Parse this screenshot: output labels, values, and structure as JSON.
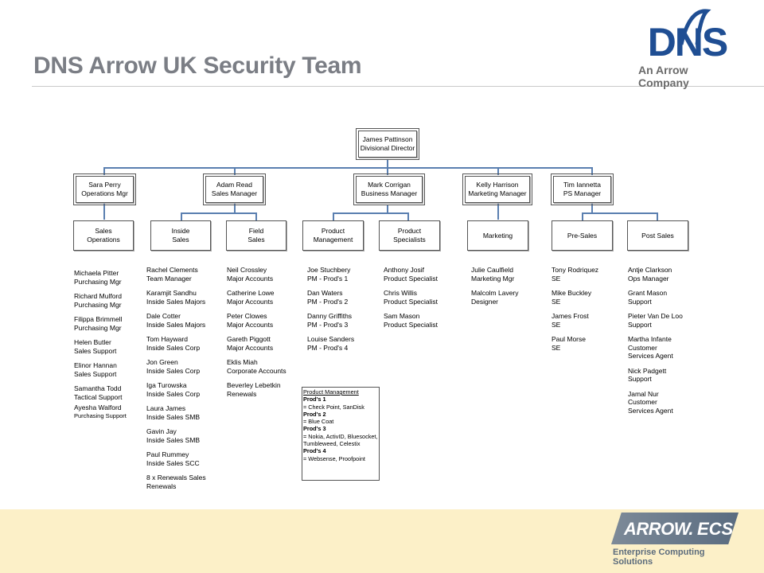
{
  "header": {
    "title": "DNS Arrow UK Security Team"
  },
  "logos": {
    "dns_mark": "DNS",
    "dns_tagline": "An Arrow Company",
    "arrow_mark": "ARROW.",
    "ecs_mark": "ECS",
    "ecs_tagline": "Enterprise Computing Solutions"
  },
  "director": {
    "name": "James Pattinson",
    "title": "Divisional Director"
  },
  "managers": [
    {
      "name": "Sara Perry",
      "title": "Operations Mgr"
    },
    {
      "name": "Adam Read",
      "title": "Sales Manager"
    },
    {
      "name": "Mark Corrigan",
      "title": "Business Manager"
    },
    {
      "name": "Kelly Harrison",
      "title": "Marketing Manager"
    },
    {
      "name": "Tim Iannetta",
      "title": "PS Manager"
    }
  ],
  "departments": [
    {
      "line1": "Sales",
      "line2": "Operations"
    },
    {
      "line1": "Inside",
      "line2": "Sales"
    },
    {
      "line1": "Field",
      "line2": "Sales"
    },
    {
      "line1": "Product",
      "line2": "Management"
    },
    {
      "line1": "Product",
      "line2": "Specialists"
    },
    {
      "line1": "Marketing",
      "line2": ""
    },
    {
      "line1": "Pre-Sales",
      "line2": ""
    },
    {
      "line1": "Post Sales",
      "line2": ""
    }
  ],
  "teams": {
    "sales_operations": [
      {
        "name": "Michaela Pitter",
        "role": "Purchasing Mgr"
      },
      {
        "name": "Richard Mulford",
        "role": "Purchasing Mgr"
      },
      {
        "name": "Filippa Brimmell",
        "role": "Purchasing Mgr"
      },
      {
        "name": "Helen Butler",
        "role": "Sales Support"
      },
      {
        "name": "Elinor Hannan",
        "role": "Sales Support"
      },
      {
        "name": "Samantha Todd",
        "role": "Tactical Support"
      },
      {
        "name": "Ayesha Walford",
        "role": "Purchasing Support"
      }
    ],
    "inside_sales": [
      {
        "name": "Rachel Clements",
        "role": "Team Manager"
      },
      {
        "name": "Karamjit Sandhu",
        "role": "Inside Sales Majors"
      },
      {
        "name": "Dale Cotter",
        "role": "Inside Sales Majors"
      },
      {
        "name": "Tom Hayward",
        "role": "Inside Sales Corp"
      },
      {
        "name": "Jon Green",
        "role": "Inside Sales Corp"
      },
      {
        "name": "Iga Turowska",
        "role": "Inside Sales Corp"
      },
      {
        "name": "Laura James",
        "role": "Inside Sales SMB"
      },
      {
        "name": "Gavin Jay",
        "role": "Inside Sales SMB"
      },
      {
        "name": "Paul Rummey",
        "role": "Inside Sales SCC"
      },
      {
        "name": "8 x Renewals Sales",
        "role": "Renewals"
      }
    ],
    "field_sales": [
      {
        "name": "Neil Crossley",
        "role": "Major Accounts"
      },
      {
        "name": "Catherine Lowe",
        "role": "Major Accounts"
      },
      {
        "name": "Peter Clowes",
        "role": "Major Accounts"
      },
      {
        "name": "Gareth Piggott",
        "role": "Major Accounts"
      },
      {
        "name": "Eklis Miah",
        "role": "Corporate Accounts"
      },
      {
        "name": "Beverley Lebetkin",
        "role": "Renewals"
      }
    ],
    "product_management": [
      {
        "name": "Joe Stuchbery",
        "role": "PM - Prod's 1"
      },
      {
        "name": "Dan Waters",
        "role": "PM - Prod's 2"
      },
      {
        "name": "Danny Griffiths",
        "role": "PM - Prod's 3"
      },
      {
        "name": "Louise Sanders",
        "role": "PM - Prod's 4"
      }
    ],
    "product_specialists": [
      {
        "name": "Anthony Josif",
        "role": "Product Specialist"
      },
      {
        "name": "Chris Willis",
        "role": "Product Specialist"
      },
      {
        "name": "Sam Mason",
        "role": "Product Specialist"
      }
    ],
    "marketing": [
      {
        "name": "Julie Caulfield",
        "role": "Marketing Mgr"
      },
      {
        "name": "Malcolm Lavery",
        "role": "Designer"
      }
    ],
    "pre_sales": [
      {
        "name": "Tony Rodriquez",
        "role": "SE"
      },
      {
        "name": "Mike Buckley",
        "role": "SE"
      },
      {
        "name": "James Frost",
        "role": "SE"
      },
      {
        "name": "Paul Morse",
        "role": "SE"
      }
    ],
    "post_sales": [
      {
        "name": "Antje Clarkson",
        "role": "Ops Manager"
      },
      {
        "name": "Grant Mason",
        "role": "Support"
      },
      {
        "name": "Pieter Van De Loo",
        "role": "Support"
      },
      {
        "name": "Martha Infante",
        "role": "Customer",
        "role2": "Services Agent"
      },
      {
        "name": "Nick Padgett",
        "role": "Support"
      },
      {
        "name": "Jamal Nur",
        "role": "Customer",
        "role2": "Services Agent"
      }
    ]
  },
  "product_note": {
    "heading": "Product Management",
    "p1_label": "Prod's 1",
    "p1_text": "= Check Point, SanDisk",
    "p2_label": "Prod's 2",
    "p2_text": "= Blue Coat",
    "p3_label": "Prod's 3",
    "p3_text": "= Nokia, ActivID, Bluesocket, Tumbleweed, Celestix",
    "p4_label": "Prod's 4",
    "p4_text": "= Websense, Proofpoint"
  }
}
